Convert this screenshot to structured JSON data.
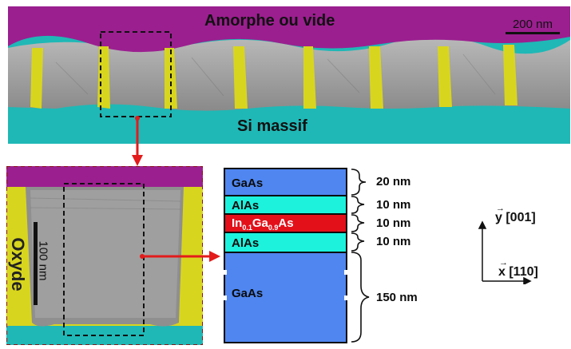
{
  "top_image": {
    "label_amorphous": "Amorphe ou vide",
    "label_substrate": "Si massif",
    "scale_bar": "200 nm",
    "colors": {
      "amorphous": "#9b1f8f",
      "substrate": "#1fb8b6",
      "oxide": "#d8d51e"
    }
  },
  "zoom_image": {
    "label_oxide": "Oxyde",
    "scale_bar": "100 nm"
  },
  "stack": {
    "layers": [
      {
        "material": "GaAs",
        "thickness": "20 nm",
        "color": "#4f86f0"
      },
      {
        "material": "AlAs",
        "thickness": "10 nm",
        "color": "#1cf2dc"
      },
      {
        "material_parts": [
          "In",
          "0.1",
          "Ga",
          "0.9",
          "As"
        ],
        "thickness": "10 nm",
        "color": "#e3101a"
      },
      {
        "material": "AlAs",
        "thickness": "10 nm",
        "color": "#1cf2dc"
      },
      {
        "material": "GaAs",
        "thickness": "150 nm",
        "color": "#4f86f0"
      }
    ]
  },
  "axes": {
    "y_label": "y [001]",
    "x_label": "x [110]"
  }
}
